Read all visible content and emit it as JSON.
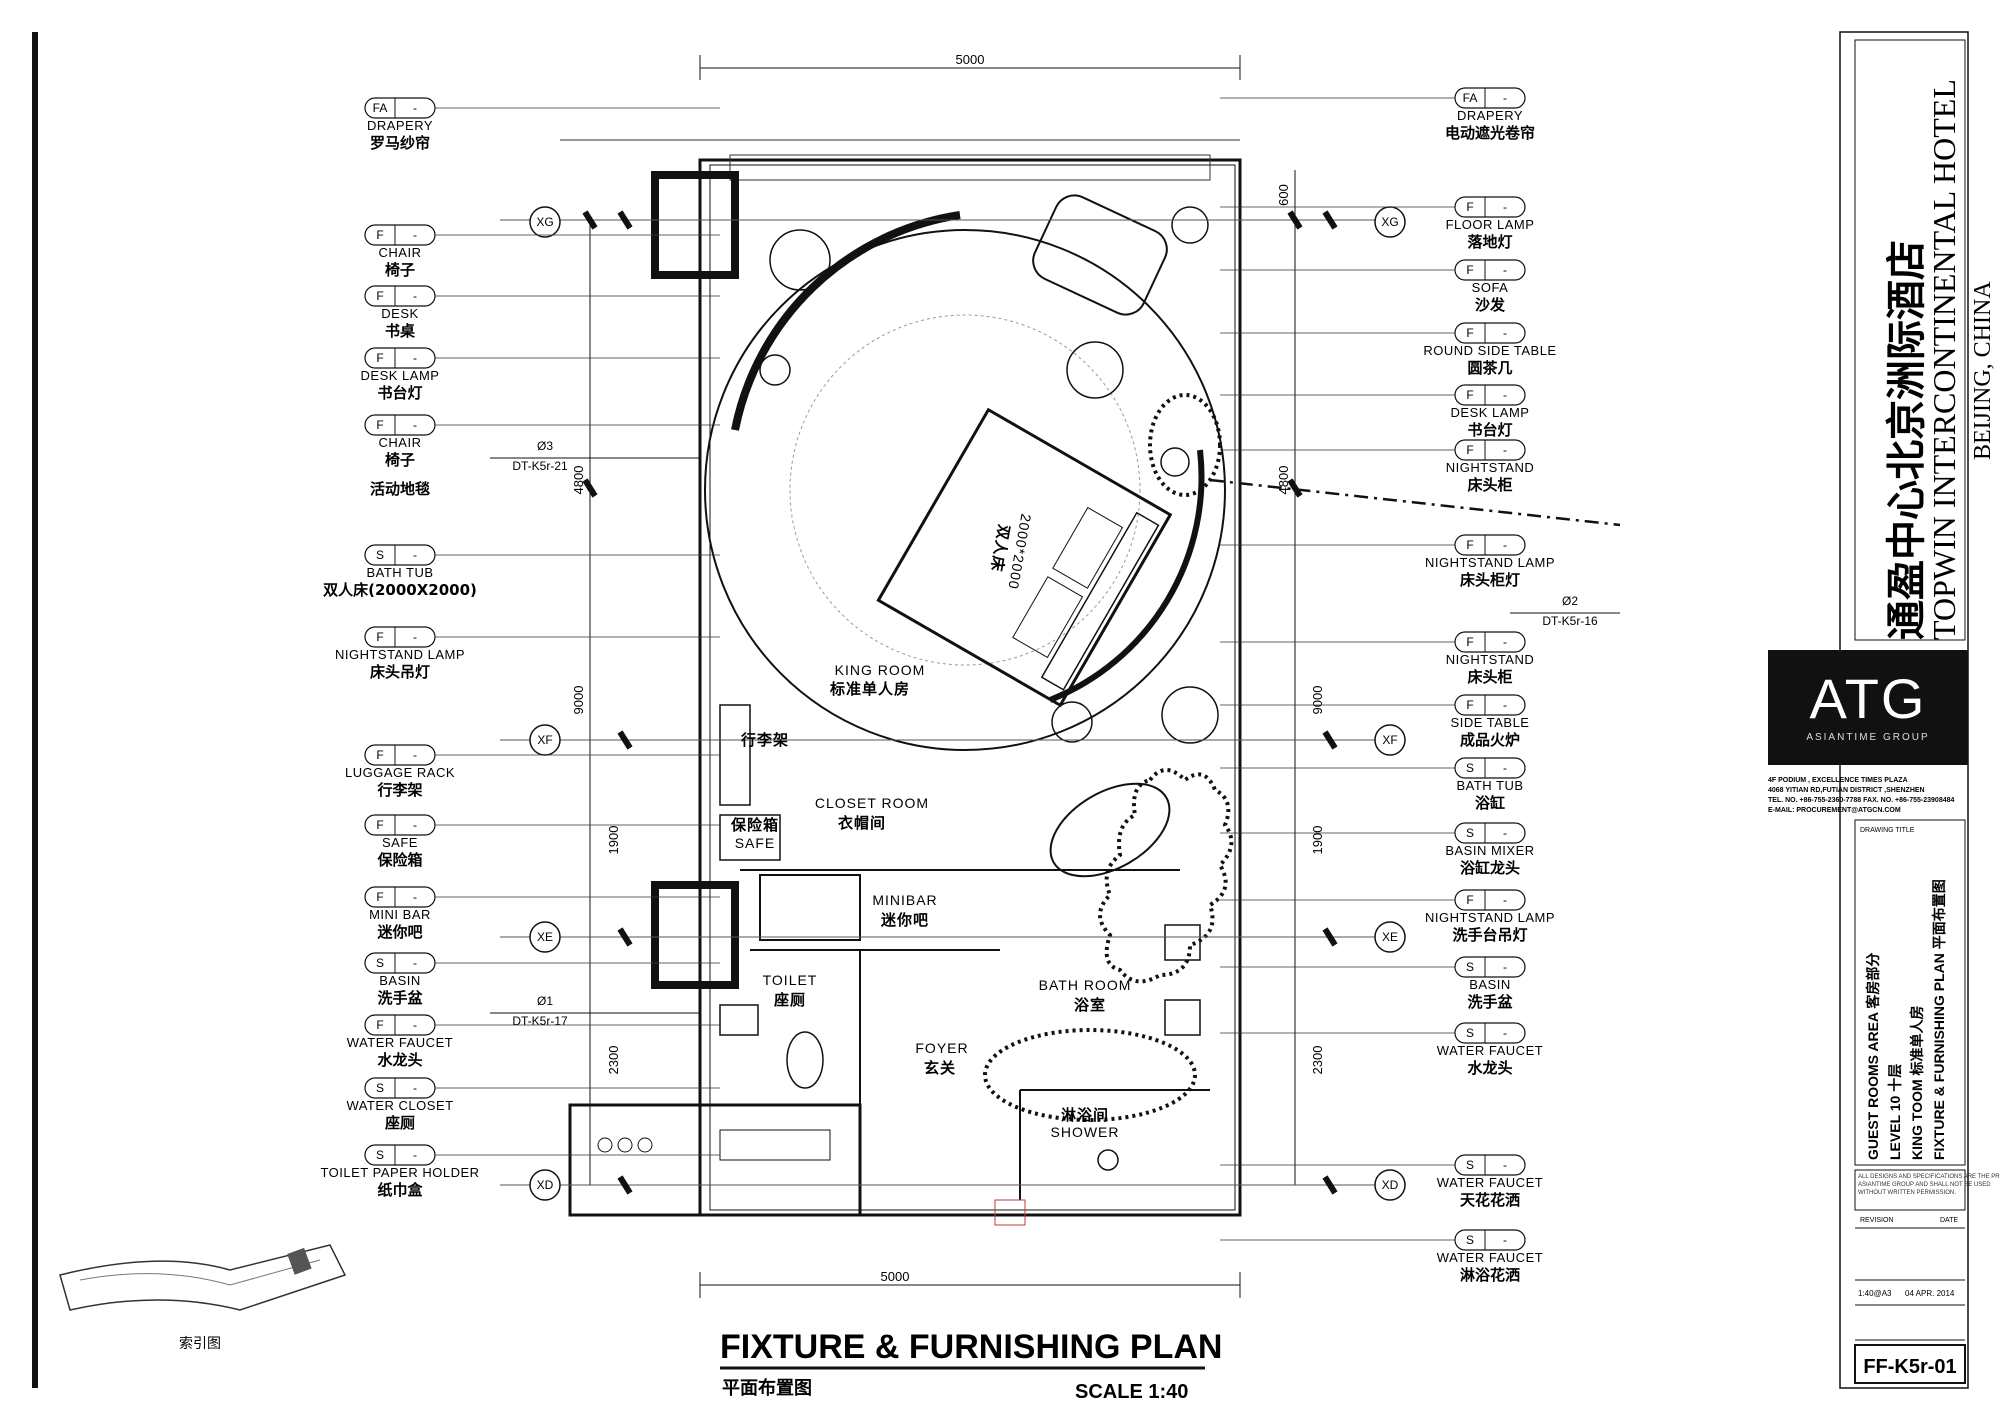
{
  "legend_left": [
    {
      "tag": "FA",
      "en": "DRAPERY",
      "cn": "罗马纱帘"
    },
    {
      "tag": "F",
      "en": "CHAIR",
      "cn": "椅子"
    },
    {
      "tag": "F",
      "en": "DESK",
      "cn": "书桌"
    },
    {
      "tag": "F",
      "en": "DESK LAMP",
      "cn": "书台灯"
    },
    {
      "tag": "F",
      "en": "CHAIR",
      "cn": "椅子"
    },
    {
      "tag": "",
      "en": "",
      "cn": "活动地毯"
    },
    {
      "tag": "S",
      "en": "BATH TUB",
      "cn": "双人床(2000X2000)"
    },
    {
      "tag": "F",
      "en": "NIGHTSTAND LAMP",
      "cn": "床头吊灯"
    },
    {
      "tag": "F",
      "en": "LUGGAGE RACK",
      "cn": "行李架"
    },
    {
      "tag": "F",
      "en": "SAFE",
      "cn": "保险箱"
    },
    {
      "tag": "F",
      "en": "MINI BAR",
      "cn": "迷你吧"
    },
    {
      "tag": "S",
      "en": "BASIN",
      "cn": "洗手盆"
    },
    {
      "tag": "F",
      "en": "WATER FAUCET",
      "cn": "水龙头"
    },
    {
      "tag": "S",
      "en": "WATER CLOSET",
      "cn": "座厕"
    },
    {
      "tag": "S",
      "en": "TOILET PAPER HOLDER",
      "cn": "纸巾盒"
    }
  ],
  "legend_right": [
    {
      "tag": "FA",
      "en": "DRAPERY",
      "cn": "电动遮光卷帘"
    },
    {
      "tag": "F",
      "en": "FLOOR LAMP",
      "cn": "落地灯"
    },
    {
      "tag": "F",
      "en": "SOFA",
      "cn": "沙发"
    },
    {
      "tag": "F",
      "en": "ROUND SIDE TABLE",
      "cn": "圆茶几"
    },
    {
      "tag": "F",
      "en": "DESK LAMP",
      "cn": "书台灯"
    },
    {
      "tag": "F",
      "en": "NIGHTSTAND",
      "cn": "床头柜"
    },
    {
      "tag": "F",
      "en": "NIGHTSTAND LAMP",
      "cn": "床头柜灯"
    },
    {
      "tag": "F",
      "en": "NIGHTSTAND",
      "cn": "床头柜"
    },
    {
      "tag": "F",
      "en": "SIDE TABLE",
      "cn": "成品火炉"
    },
    {
      "tag": "S",
      "en": "BATH TUB",
      "cn": "浴缸"
    },
    {
      "tag": "S",
      "en": "BASIN MIXER",
      "cn": "浴缸龙头"
    },
    {
      "tag": "F",
      "en": "NIGHTSTAND LAMP",
      "cn": "洗手台吊灯"
    },
    {
      "tag": "S",
      "en": "BASIN",
      "cn": "洗手盆"
    },
    {
      "tag": "S",
      "en": "WATER FAUCET",
      "cn": "水龙头"
    },
    {
      "tag": "S",
      "en": "WATER FAUCET",
      "cn": "天花花洒"
    },
    {
      "tag": "S",
      "en": "WATER FAUCET",
      "cn": "淋浴花洒"
    }
  ],
  "grid_labels": {
    "xg": "XG",
    "xf": "XF",
    "xe": "XE",
    "xd": "XD"
  },
  "dimensions": {
    "top": "5000",
    "bottom": "5000",
    "left1": "4800",
    "left2": "9000",
    "left3": "1900",
    "left4": "2300",
    "right0": "600",
    "right1": "4800",
    "right2": "9000",
    "right3": "1900",
    "right4": "2300"
  },
  "details": [
    {
      "num": "Ø3",
      "ref": "DT-K5r-21"
    },
    {
      "num": "Ø2",
      "ref": "DT-K5r-16"
    },
    {
      "num": "Ø1",
      "ref": "DT-K5r-17"
    }
  ],
  "rooms": {
    "king_en": "KING ROOM",
    "king_cn": "标准单人房",
    "closet_en": "CLOSET ROOM",
    "closet_cn": "衣帽间",
    "bath_en": "BATH ROOM",
    "bath_cn": "浴室",
    "foyer_en": "FOYER",
    "foyer_cn": "玄关",
    "toilet_en": "TOILET",
    "toilet_cn": "座厕",
    "shower_en": "SHOWER",
    "shower_cn": "淋浴间",
    "minibar_en": "MINIBAR",
    "minibar_cn": "迷你吧",
    "safe_en": "SAFE",
    "safe_cn": "保险箱",
    "luggage_cn": "行李架",
    "bed_en": "2000*2000",
    "bed_cn": "双人床"
  },
  "keyplan_label": "索引图",
  "plan_title": "FIXTURE & FURNISHING PLAN",
  "plan_title_cn": "平面布置图",
  "scale": "SCALE 1:40",
  "hotel": {
    "cn": "通盈中心北京洲际酒店",
    "en": "TOPWIN INTERCONTINENTAL HOTEL",
    "city": "BEIJING, CHINA"
  },
  "company": {
    "logo": "ATG",
    "sub": "ASIANTIME GROUP",
    "address1": "4F PODIUM , EXCELLENCE TIMES PLAZA",
    "address2": "4068 YITIAN RD,FUTIAN DISTRICT ,SHENZHEN",
    "tel": "TEL. NO. +86-755-2360-7788  FAX. NO. +86-755-23908484",
    "email": "E-MAIL: PROCUREMENT@ATGCN.COM"
  },
  "drawing": {
    "title_label": "DRAWING TITLE",
    "line1": "GUEST ROOMS AREA  客房部分",
    "line2": "LEVEL 10  十层",
    "line3": "KING TOOM  标准单人房",
    "line4": "FIXTURE & FURNISHING PLAN  平面布置图",
    "revision": "REVISION",
    "date_label": "DATE",
    "scale_val": "1:40@A3",
    "date_val": "04 APR. 2014",
    "number": "FF-K5r-01"
  },
  "colors": {
    "ink": "#111111",
    "grey": "#777777",
    "accent": "#c23b3b"
  }
}
